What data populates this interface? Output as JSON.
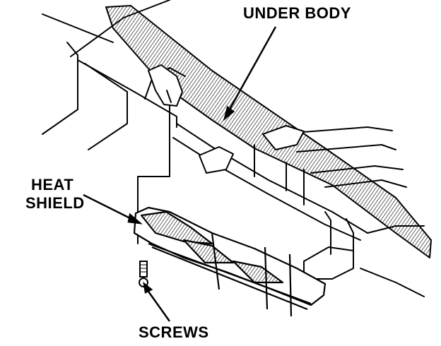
{
  "labels": {
    "under_body": "UNDER BODY",
    "heat_shield_line1": "HEAT",
    "heat_shield_line2": "SHIELD",
    "screws": "SCREWS"
  },
  "colors": {
    "ink": "#000000",
    "paper": "#ffffff"
  }
}
